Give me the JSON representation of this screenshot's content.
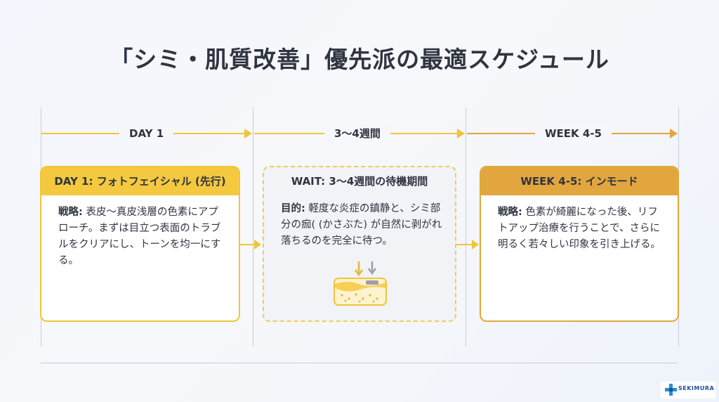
{
  "title": "「シミ・肌質改善」優先派の最適スケジュール",
  "timeline": {
    "phase1": "DAY 1",
    "phase2": "3〜4週間",
    "phase3": "WEEK 4-5"
  },
  "cards": [
    {
      "header": "DAY 1: フォトフェイシャル (先行)",
      "label": "戦略:",
      "body": " 表皮〜真皮浅層の色素にアプローチ。まずは目立つ表面のトラブルをクリアにし、トーンを均一にする。"
    },
    {
      "header": "WAIT: 3〜4週間の待機期間",
      "label": "目的:",
      "body": " 軽度な炎症の鎮静と、シミ部分の痂( (かさぶた) が自然に剥がれ落ちるのを完全に待つ。"
    },
    {
      "header": "WEEK 4-5: インモード",
      "label": "戦略:",
      "body": " 色素が綺麗になった後、リフトアップ治療を行うことで、さらに明るく若々しい印象を引き上げる。"
    }
  ],
  "logo": {
    "text": "SEKIMURA"
  },
  "colors": {
    "yellow": "#f4c93f",
    "orange": "#e2a63e",
    "dashed_border": "#efcf52",
    "title": "#2f3440",
    "logo_blue": "#1f4f9c"
  },
  "icons": {
    "wait_illustration": "skin-layer-icon",
    "logo_mark": "cross-logo-icon"
  }
}
